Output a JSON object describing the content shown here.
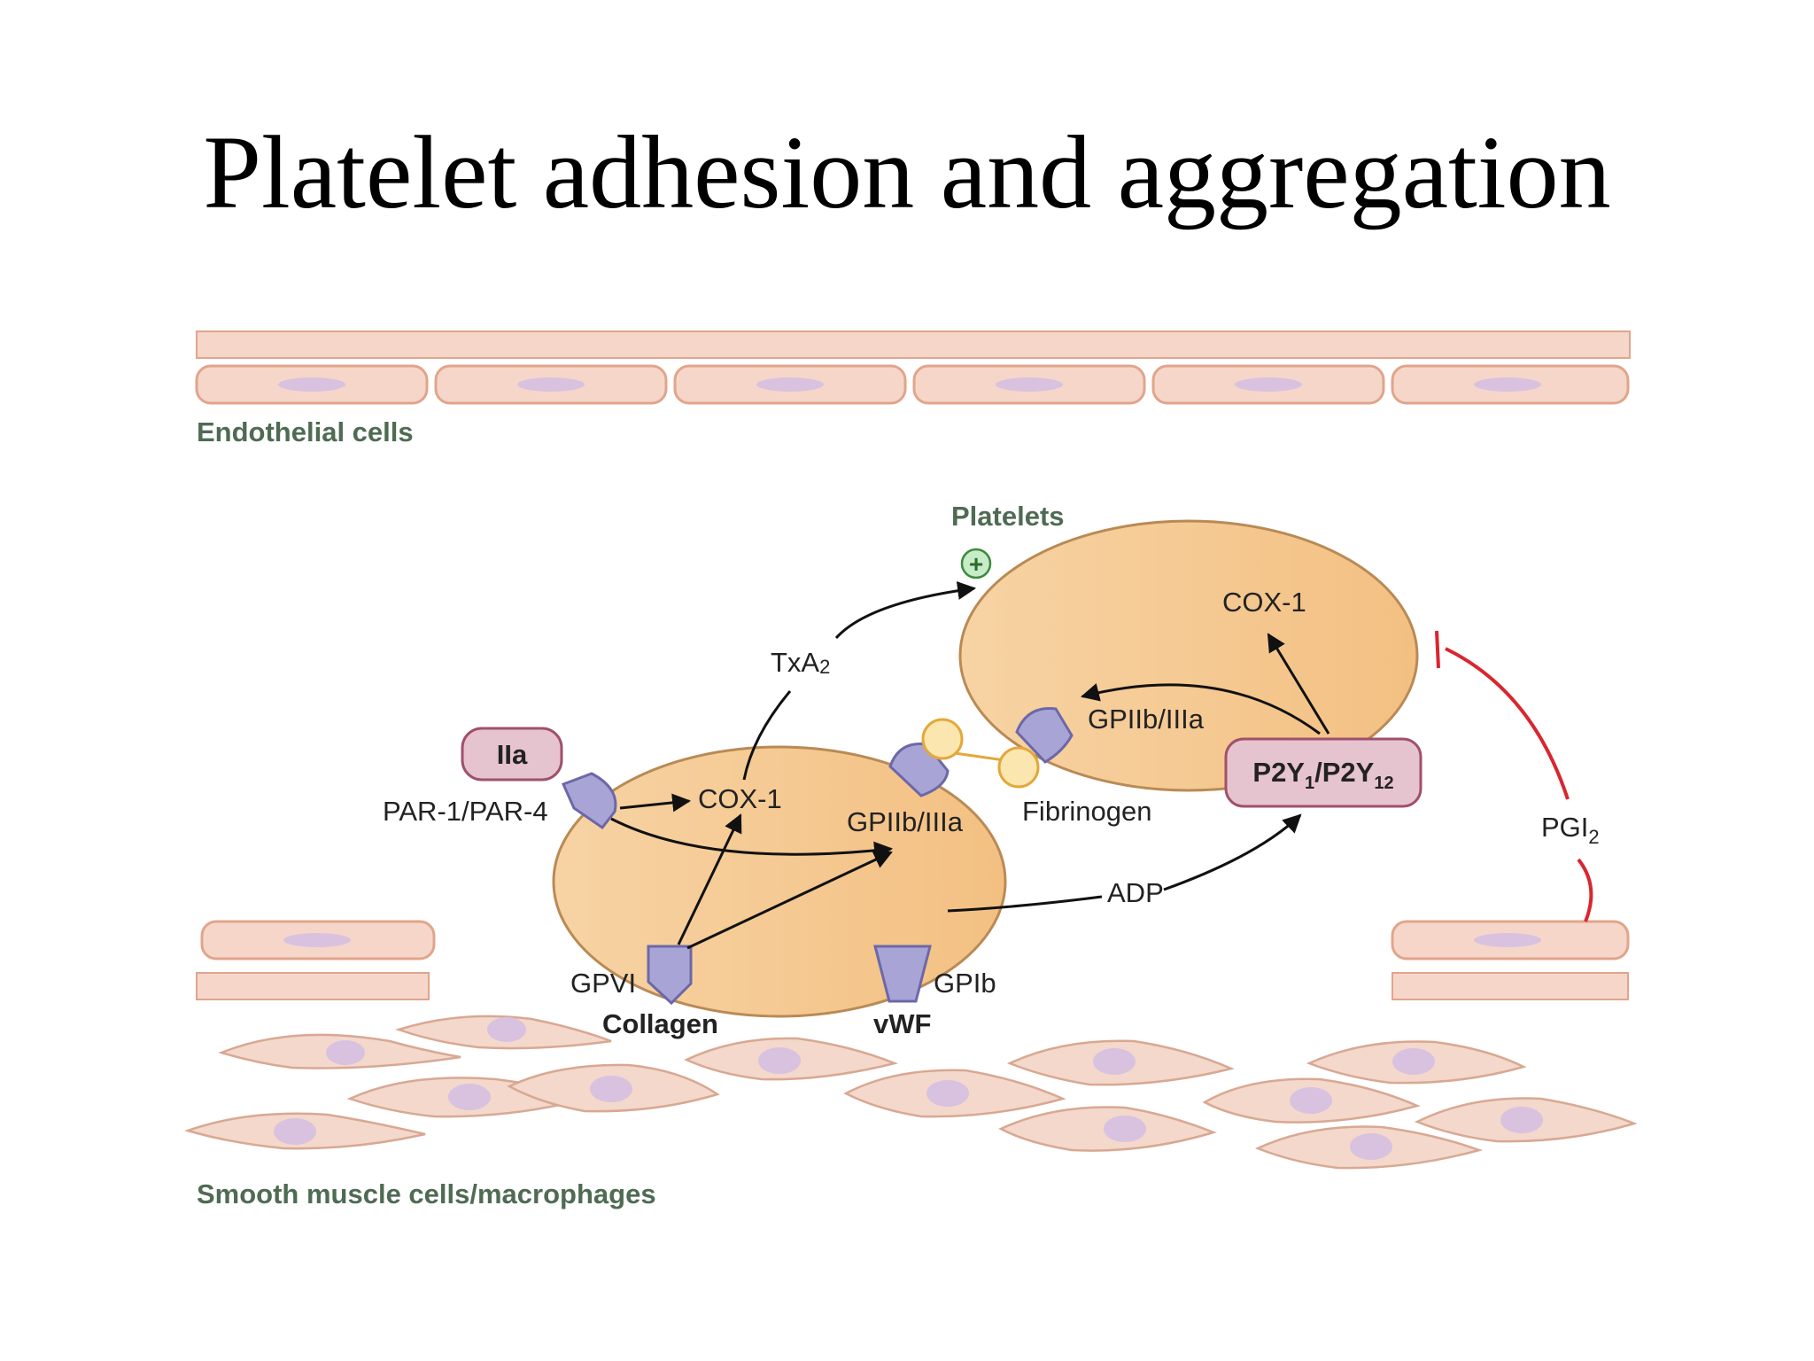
{
  "title": "Platelet adhesion and aggregation",
  "regions": {
    "endothelial": "Endothelial cells",
    "smooth_muscle": "Smooth muscle cells/macrophages",
    "platelets": "Platelets"
  },
  "labels": {
    "thrombin": "IIa",
    "par": "PAR-1/PAR-4",
    "cox_lower": "COX-1",
    "cox_upper": "COX-1",
    "txa2": "TxA",
    "txa2_sub": "2",
    "gp_lower": "GPIIb/IIIa",
    "gp_upper": "GPIIb/IIIa",
    "fibrinogen": "Fibrinogen",
    "p2y_a": "P2Y",
    "p2y_sub1": "1",
    "p2y_b": "/P2Y",
    "p2y_sub2": "12",
    "adp": "ADP",
    "pgi": "PGI",
    "pgi_sub": "2",
    "gpvi": "GPVI",
    "collagen": "Collagen",
    "gpib": "GPIb",
    "vwf": "vWF",
    "plus": "+"
  },
  "colors": {
    "endo_fill": "#f6d6c9",
    "endo_stroke": "#e0a58c",
    "nucleus": "#d8c2e0",
    "platelet_fill": "#f8cf98",
    "platelet_stroke": "#b98a55",
    "receptor": "#a8a5d6",
    "receptor_stroke": "#6c68a8",
    "box_fill": "#e6c4cf",
    "box_stroke": "#a0506a",
    "fibrinogen": "#f5d070",
    "fibrinogen_stroke": "#e3a83a",
    "green_label": "#4f6b53",
    "inhibit_red": "#d9262f"
  }
}
